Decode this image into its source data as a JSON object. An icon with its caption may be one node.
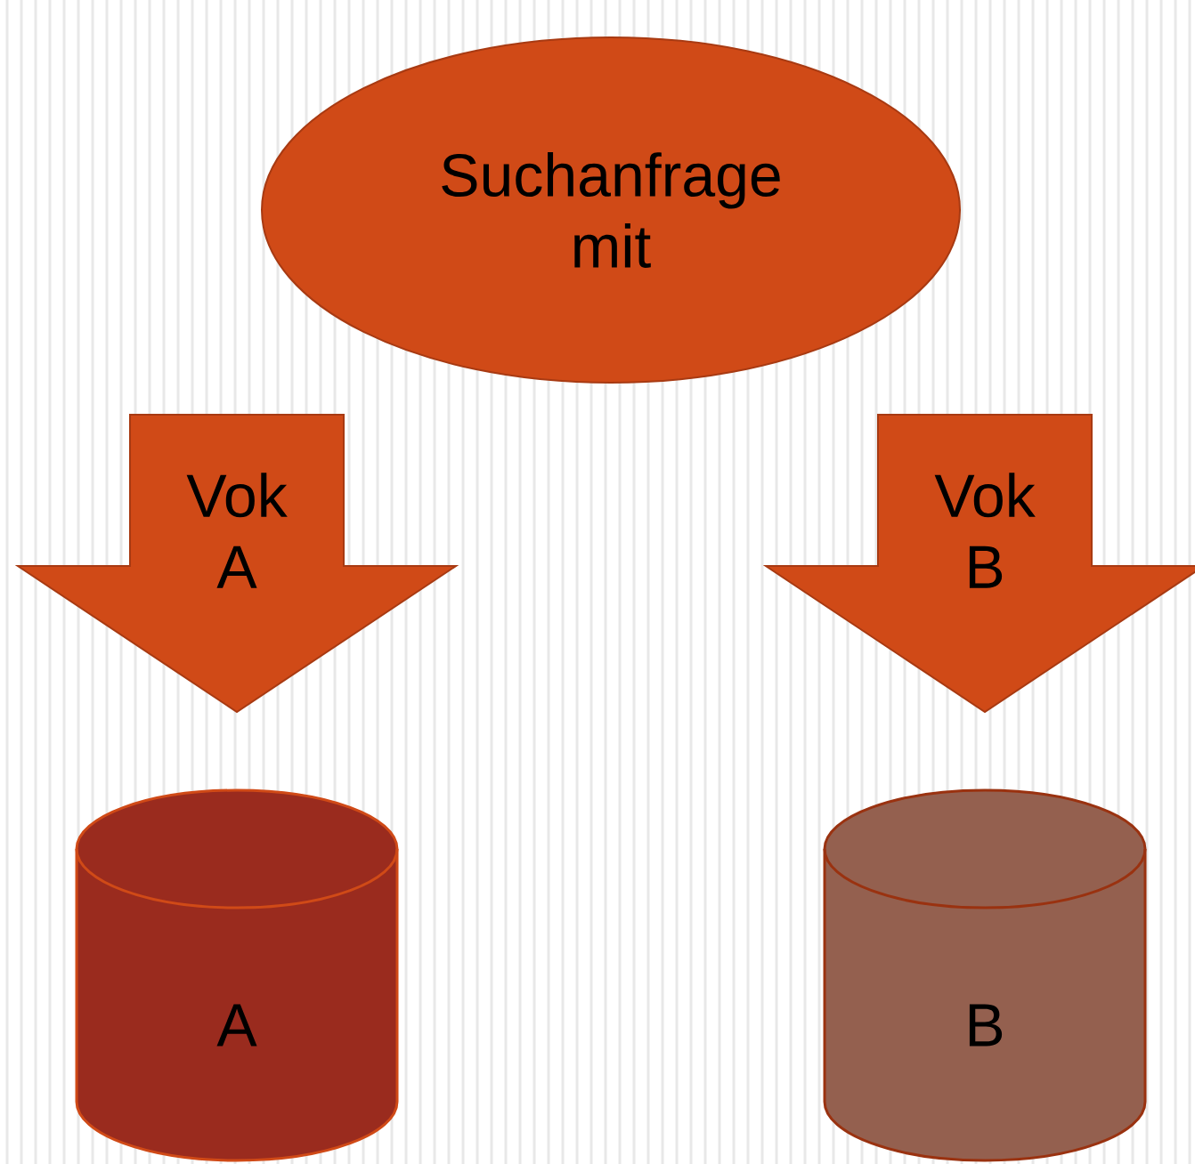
{
  "diagram": {
    "nodes": [
      {
        "text": [
          "Suchanfrage mit"
        ]
      },
      {
        "text": [
          "Vok A"
        ]
      },
      {
        "text": [
          "Vok B"
        ]
      },
      {
        "text": [
          "A"
        ]
      },
      {
        "text": [
          "B"
        ]
      }
    ]
  }
}
